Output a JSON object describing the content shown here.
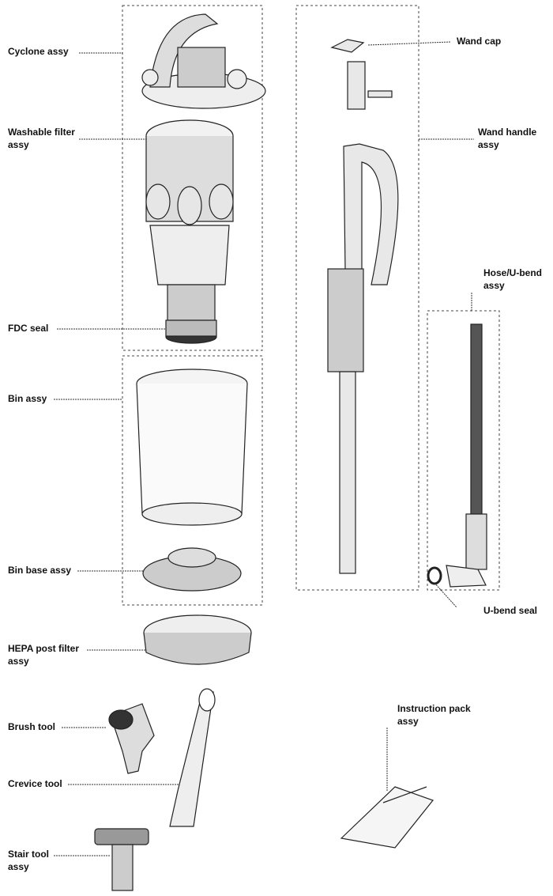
{
  "labels": {
    "cyclone": "Cyclone assy",
    "washable_filter_1": "Washable filter",
    "washable_filter_2": "assy",
    "fdc_seal": "FDC seal",
    "bin": "Bin assy",
    "bin_base": "Bin base assy",
    "hepa_1": "HEPA post filter",
    "hepa_2": "assy",
    "brush_tool": "Brush tool",
    "crevice_tool": "Crevice tool",
    "stair_tool_1": "Stair tool",
    "stair_tool_2": "assy",
    "wand_cap": "Wand cap",
    "wand_handle_1": "Wand handle",
    "wand_handle_2": "assy",
    "hose_1": "Hose/U-bend",
    "hose_2": "assy",
    "ubend_seal": "U-bend seal",
    "instruction_1": "Instruction pack",
    "instruction_2": "assy"
  }
}
